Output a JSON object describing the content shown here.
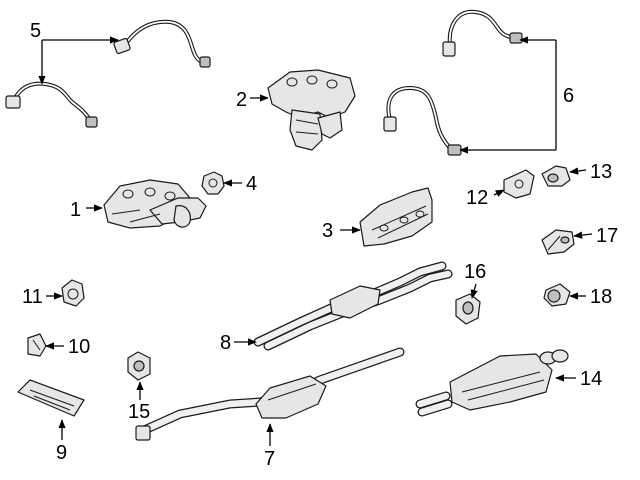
{
  "callouts": {
    "c1": "1",
    "c2": "2",
    "c3": "3",
    "c4": "4",
    "c5": "5",
    "c6": "6",
    "c7": "7",
    "c8": "8",
    "c9": "9",
    "c10": "10",
    "c11": "11",
    "c12": "12",
    "c13": "13",
    "c14": "14",
    "c15": "15",
    "c16": "16",
    "c17": "17",
    "c18": "18"
  },
  "colors": {
    "line": "#1a1a1a",
    "part_fill": "#e6e6e6",
    "background": "#ffffff"
  }
}
